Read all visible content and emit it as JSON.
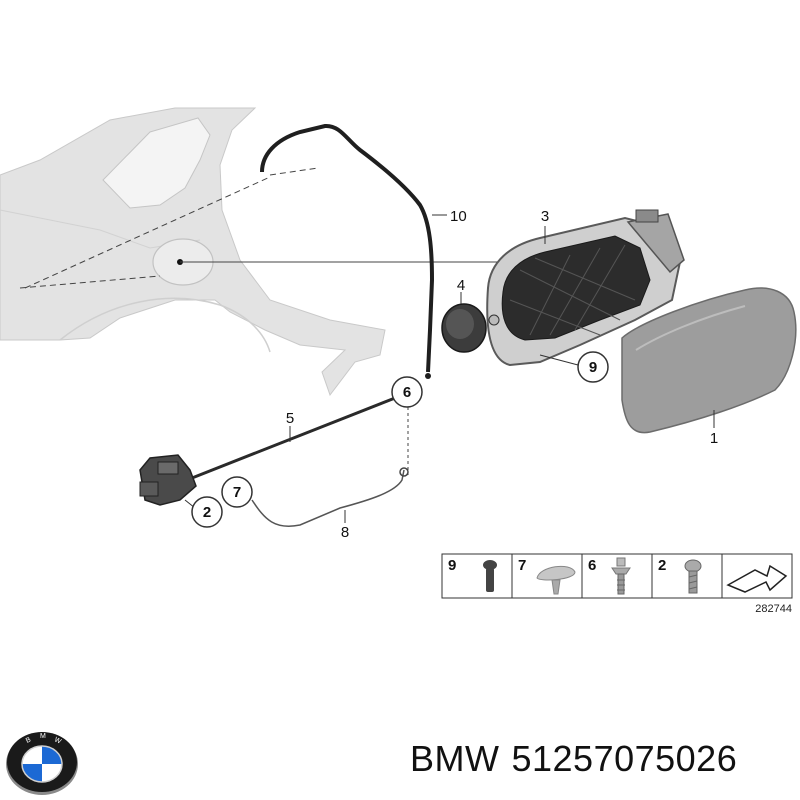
{
  "callouts": {
    "c1": "1",
    "c2": "2",
    "c3": "3",
    "c4": "4",
    "c5": "5",
    "c6": "6",
    "c7": "7",
    "c8": "8",
    "c9": "9",
    "c10": "10"
  },
  "legend": {
    "items": [
      {
        "number": "9",
        "icon": "rivet-icon"
      },
      {
        "number": "7",
        "icon": "push-clip-icon"
      },
      {
        "number": "6",
        "icon": "expansion-rivet-icon"
      },
      {
        "number": "2",
        "icon": "screw-icon"
      },
      {
        "icon": "direction-arrow-icon"
      }
    ],
    "reference": "282744"
  },
  "caption": {
    "brand": "BMW",
    "part_number": "51257075026"
  },
  "logo": {
    "lettering": "BMW",
    "colors": {
      "ring": "#1a1a1a",
      "blue": "#1c69d4",
      "white": "#ffffff",
      "rim": "#8a8a8a"
    }
  },
  "colors": {
    "body_panel": "#e2e2e2",
    "part_dark": "#3a3a3a",
    "flap": "#9a9a9a",
    "line": "#333333"
  }
}
